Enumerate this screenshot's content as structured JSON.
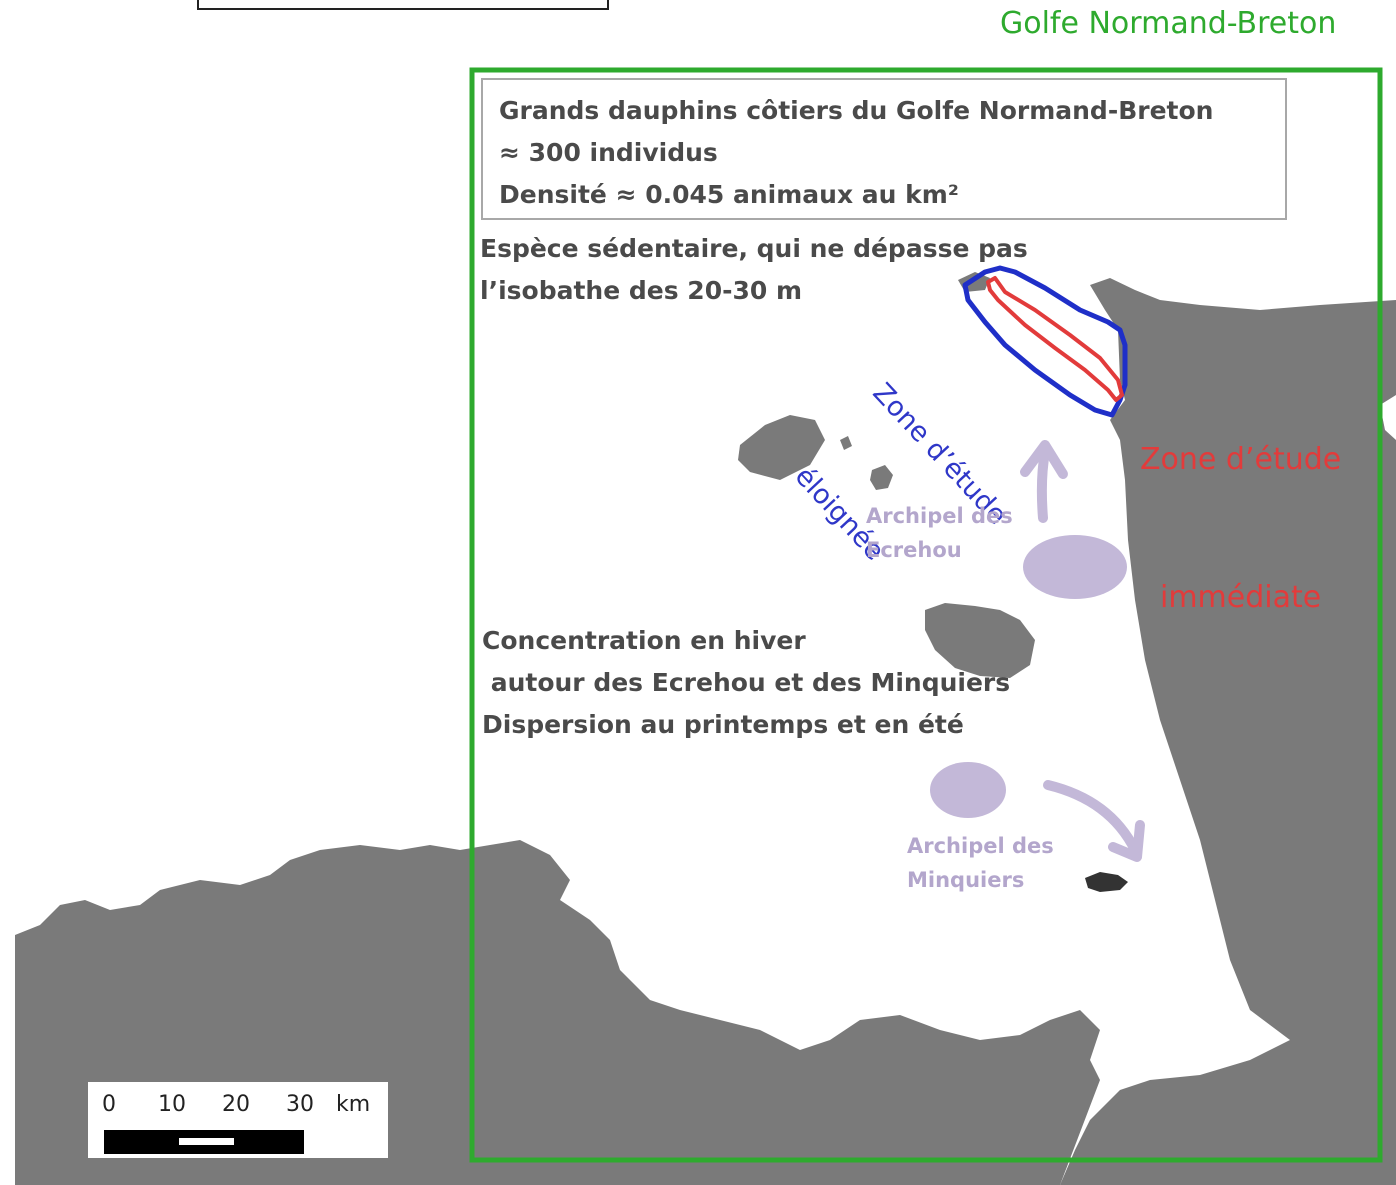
{
  "map": {
    "area_title": "Golfe Normand-Breton",
    "info_box": {
      "line1": "Grands dauphins côtiers du Golfe Normand-Breton",
      "line2": "≈ 300 individus",
      "line3": "Densité ≈ 0.045 animaux au km²"
    },
    "sedentary_note": {
      "line1": "Espèce sédentaire, qui ne dépasse pas",
      "line2": "l’isobathe des 20-30 m"
    },
    "zone_eloignee": {
      "line1": "Zone d’étude",
      "line2": "éloignée"
    },
    "zone_immediate": {
      "line1": "Zone d’étude",
      "line2": "immédiate"
    },
    "ecrehou_label": {
      "line1": "Archipel des",
      "line2": "Ecrehou"
    },
    "minquiers_label": {
      "line1": "Archipel des",
      "line2": "Minquiers"
    },
    "concentration_note": {
      "line1": "Concentration en hiver",
      "line2": " autour des Ecrehou et des Minquiers",
      "line3": "Dispersion au printemps et en été"
    },
    "scale_bar": {
      "tick_0": "0",
      "tick_10": "10",
      "tick_20": "20",
      "tick_30": "30",
      "unit": "km"
    },
    "colors": {
      "land": "#7a7a7a",
      "sea": "#ffffff",
      "gulf_frame": "#2eaa2e",
      "zone_eloignee": "#2f37c8",
      "zone_immediate": "#e23b3b",
      "concentration": "#c3b8d8",
      "text_dark": "#4a4a4a",
      "text_purple": "#b3a6cc"
    }
  }
}
